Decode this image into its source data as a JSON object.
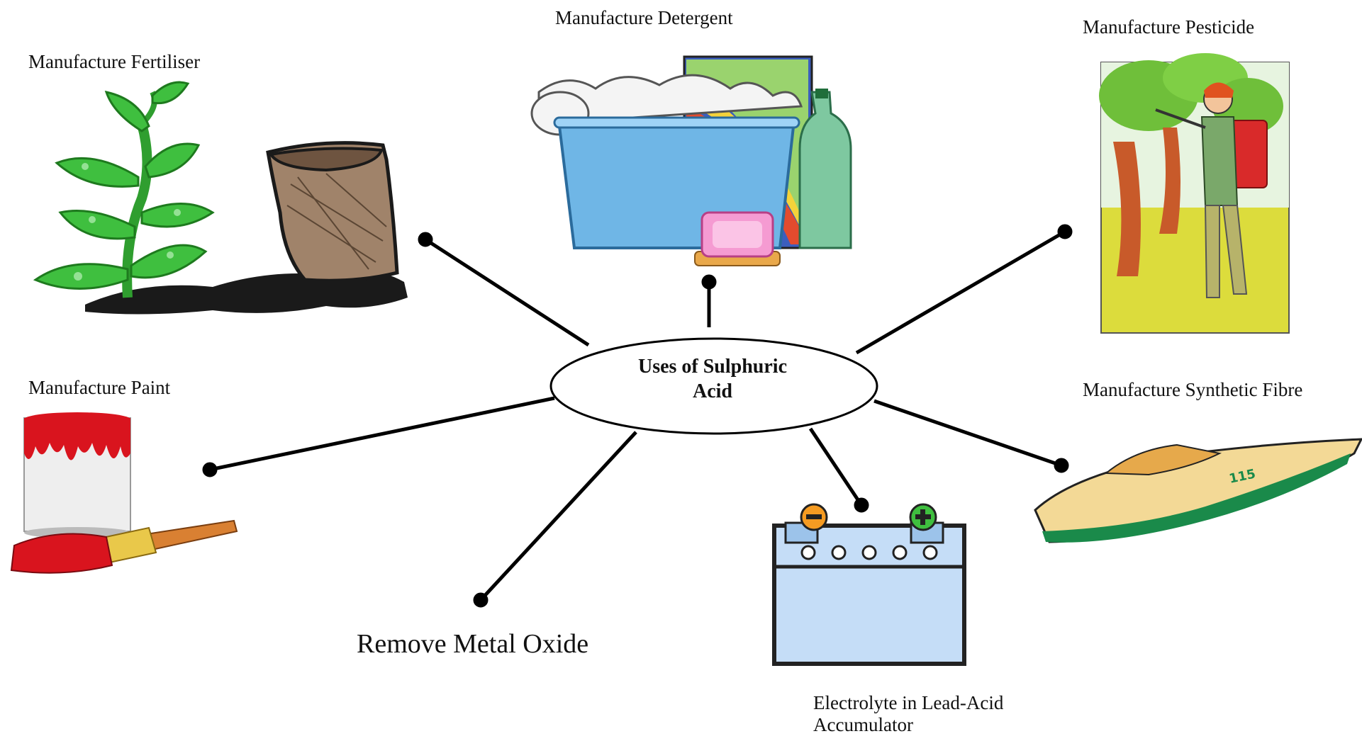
{
  "center": {
    "title": "Uses of Sulphuric Acid"
  },
  "uses": [
    {
      "id": "fertiliser",
      "label": "Manufacture Fertiliser",
      "icon": "plant-and-sack-icon"
    },
    {
      "id": "detergent",
      "label": "Manufacture Detergent",
      "icon": "washing-basin-icon"
    },
    {
      "id": "pesticide",
      "label": "Manufacture Pesticide",
      "icon": "farmer-spraying-icon"
    },
    {
      "id": "paint",
      "label": "Manufacture Paint",
      "icon": "paint-can-brush-icon"
    },
    {
      "id": "synthetic_fibre",
      "label": "Manufacture Synthetic Fibre",
      "icon": "speedboat-icon"
    },
    {
      "id": "metal_oxide",
      "label": "Remove Metal Oxide",
      "icon": ""
    },
    {
      "id": "electrolyte",
      "label": "Electrolyte in Lead-Acid Accumulator",
      "icon": "car-battery-icon"
    }
  ],
  "colors": {
    "connector": "#000000",
    "leaf_green": "#3fbf3f",
    "sack_brown": "#a0836a",
    "basin_blue": "#6fb6e6",
    "paint_red": "#d9141e",
    "battery_blue": "#c5ddf7",
    "boat_cream": "#f3d996",
    "pesticide_yellow": "#dcdc3c"
  }
}
